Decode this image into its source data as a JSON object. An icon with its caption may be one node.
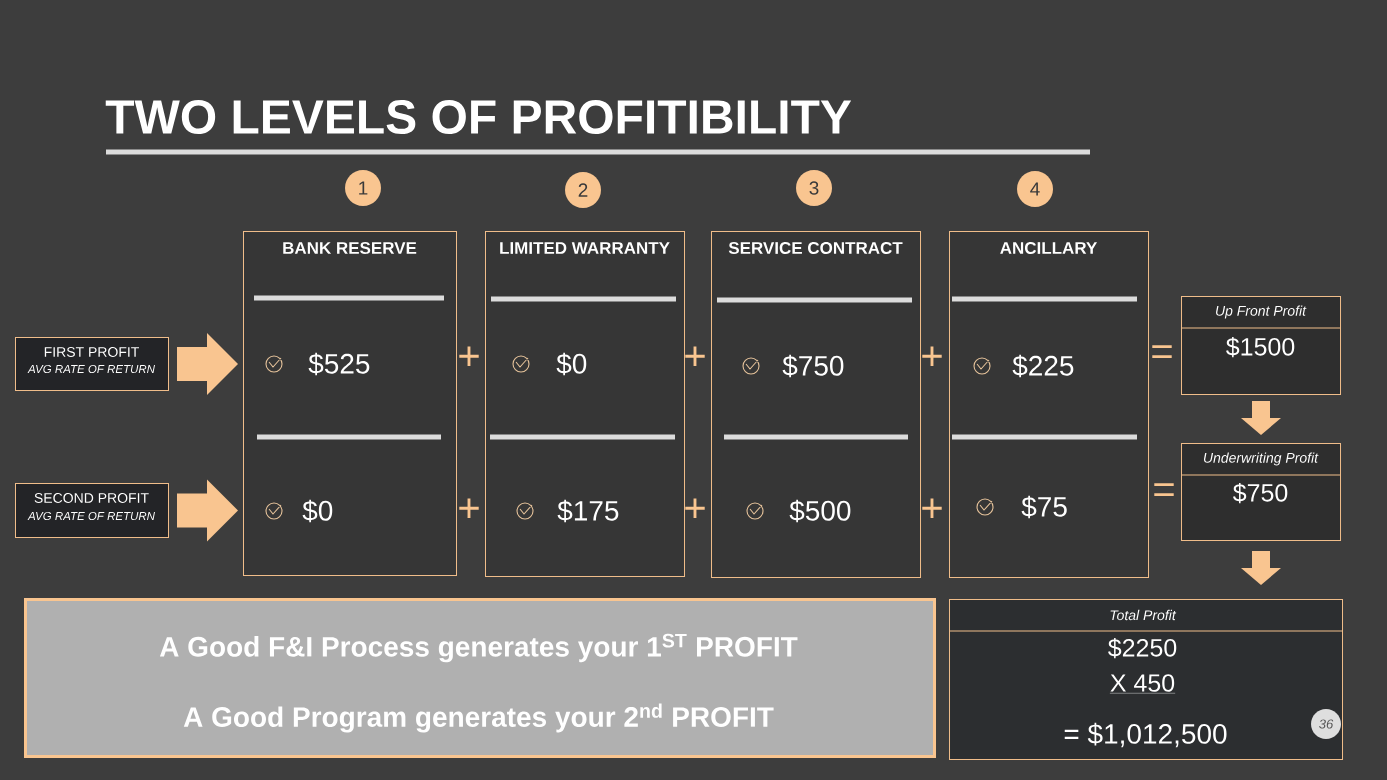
{
  "diagram": {
    "title": "TWO LEVELS OF PROFITIBILITY",
    "nodes": [
      {
        "text": [
          "1"
        ]
      },
      {
        "text": [
          "2"
        ]
      },
      {
        "text": [
          "3"
        ]
      },
      {
        "text": [
          "4"
        ]
      },
      {
        "text": [
          "BANK RESERVE",
          "$525",
          "$0"
        ]
      },
      {
        "text": [
          "LIMITED WARRANTY",
          "$0",
          "$175"
        ]
      },
      {
        "text": [
          "SERVICE CONTRACT",
          "$750",
          "$500"
        ]
      },
      {
        "text": [
          "ANCILLARY",
          "$225",
          "$75"
        ]
      },
      {
        "text": [
          "FIRST PROFIT",
          "AVG RATE OF RETURN"
        ]
      },
      {
        "text": [
          "SECOND PROFIT",
          "AVG RATE OF RETURN"
        ]
      },
      {
        "text": [
          "Up Front Profit",
          "$1500"
        ]
      },
      {
        "text": [
          "Underwriting Profit",
          "$750"
        ]
      },
      {
        "text": [
          "Total Profit",
          "$2250",
          "X 450",
          "= $1,012,500"
        ]
      },
      {
        "text": [
          "A Good F&I Process generates your 1$^{ST}$ PROFIT",
          "A Good Program generates your 2$^{nd}$ PROFIT"
        ]
      },
      {
        "text": [
          "36"
        ],
        "in": 12
      }
    ],
    "edges": [
      {
        "from": 8,
        "to": 4,
        "arrow": "to",
        "style": "thick"
      },
      {
        "from": 9,
        "to": 4,
        "arrow": "to",
        "style": "thick"
      },
      {
        "from": 10,
        "to": 11,
        "arrow": "to"
      },
      {
        "from": 11,
        "to": 12,
        "arrow": "to"
      }
    ],
    "labels": [
      "+",
      "+",
      "+",
      "=",
      "+",
      "+",
      "+",
      "="
    ]
  }
}
